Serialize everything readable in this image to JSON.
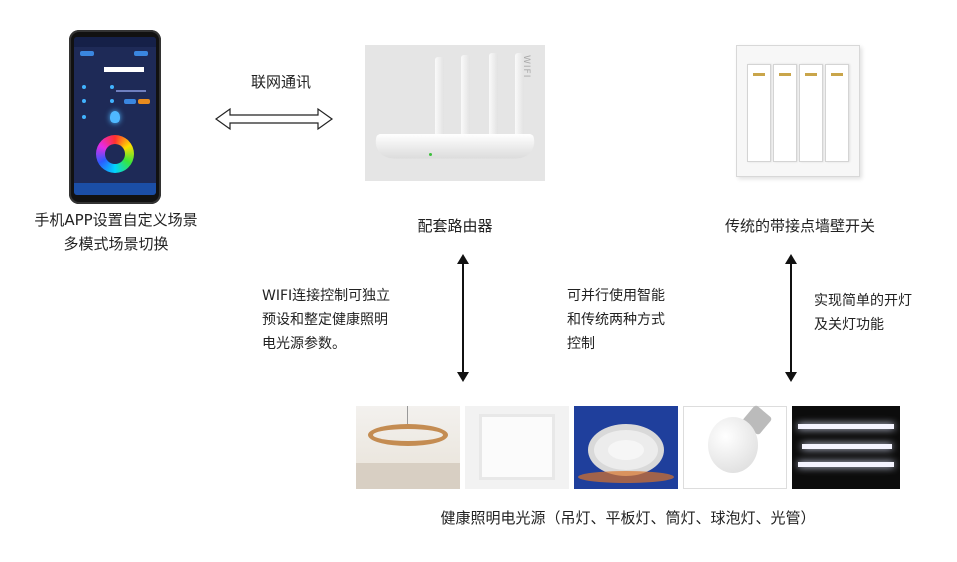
{
  "top_arrow_label": "联网通讯",
  "nodes": {
    "phone_caption_line1": "手机APP设置自定义场景",
    "phone_caption_line2": "多模式场景切换",
    "router_caption": "配套路由器",
    "switch_caption": "传统的带接点墙壁开关"
  },
  "notes": {
    "left_line1": "WIFI连接控制可独立",
    "left_line2": "预设和整定健康照明",
    "left_line3": "电光源参数。",
    "middle_line1": "可并行使用智能",
    "middle_line2": "和传统两种方式",
    "middle_line3": "控制",
    "right_line1": "实现简单的开灯",
    "right_line2": "及关灯功能"
  },
  "router_brand_text": "WIFI",
  "bottom_caption": "健康照明电光源（吊灯、平板灯、筒灯、球泡灯、光管）",
  "icons": [
    "phone-app-icon",
    "router-icon",
    "wall-switch-icon",
    "pendant-light-icon",
    "panel-light-icon",
    "downlight-icon",
    "bulb-light-icon",
    "tube-light-icon"
  ]
}
